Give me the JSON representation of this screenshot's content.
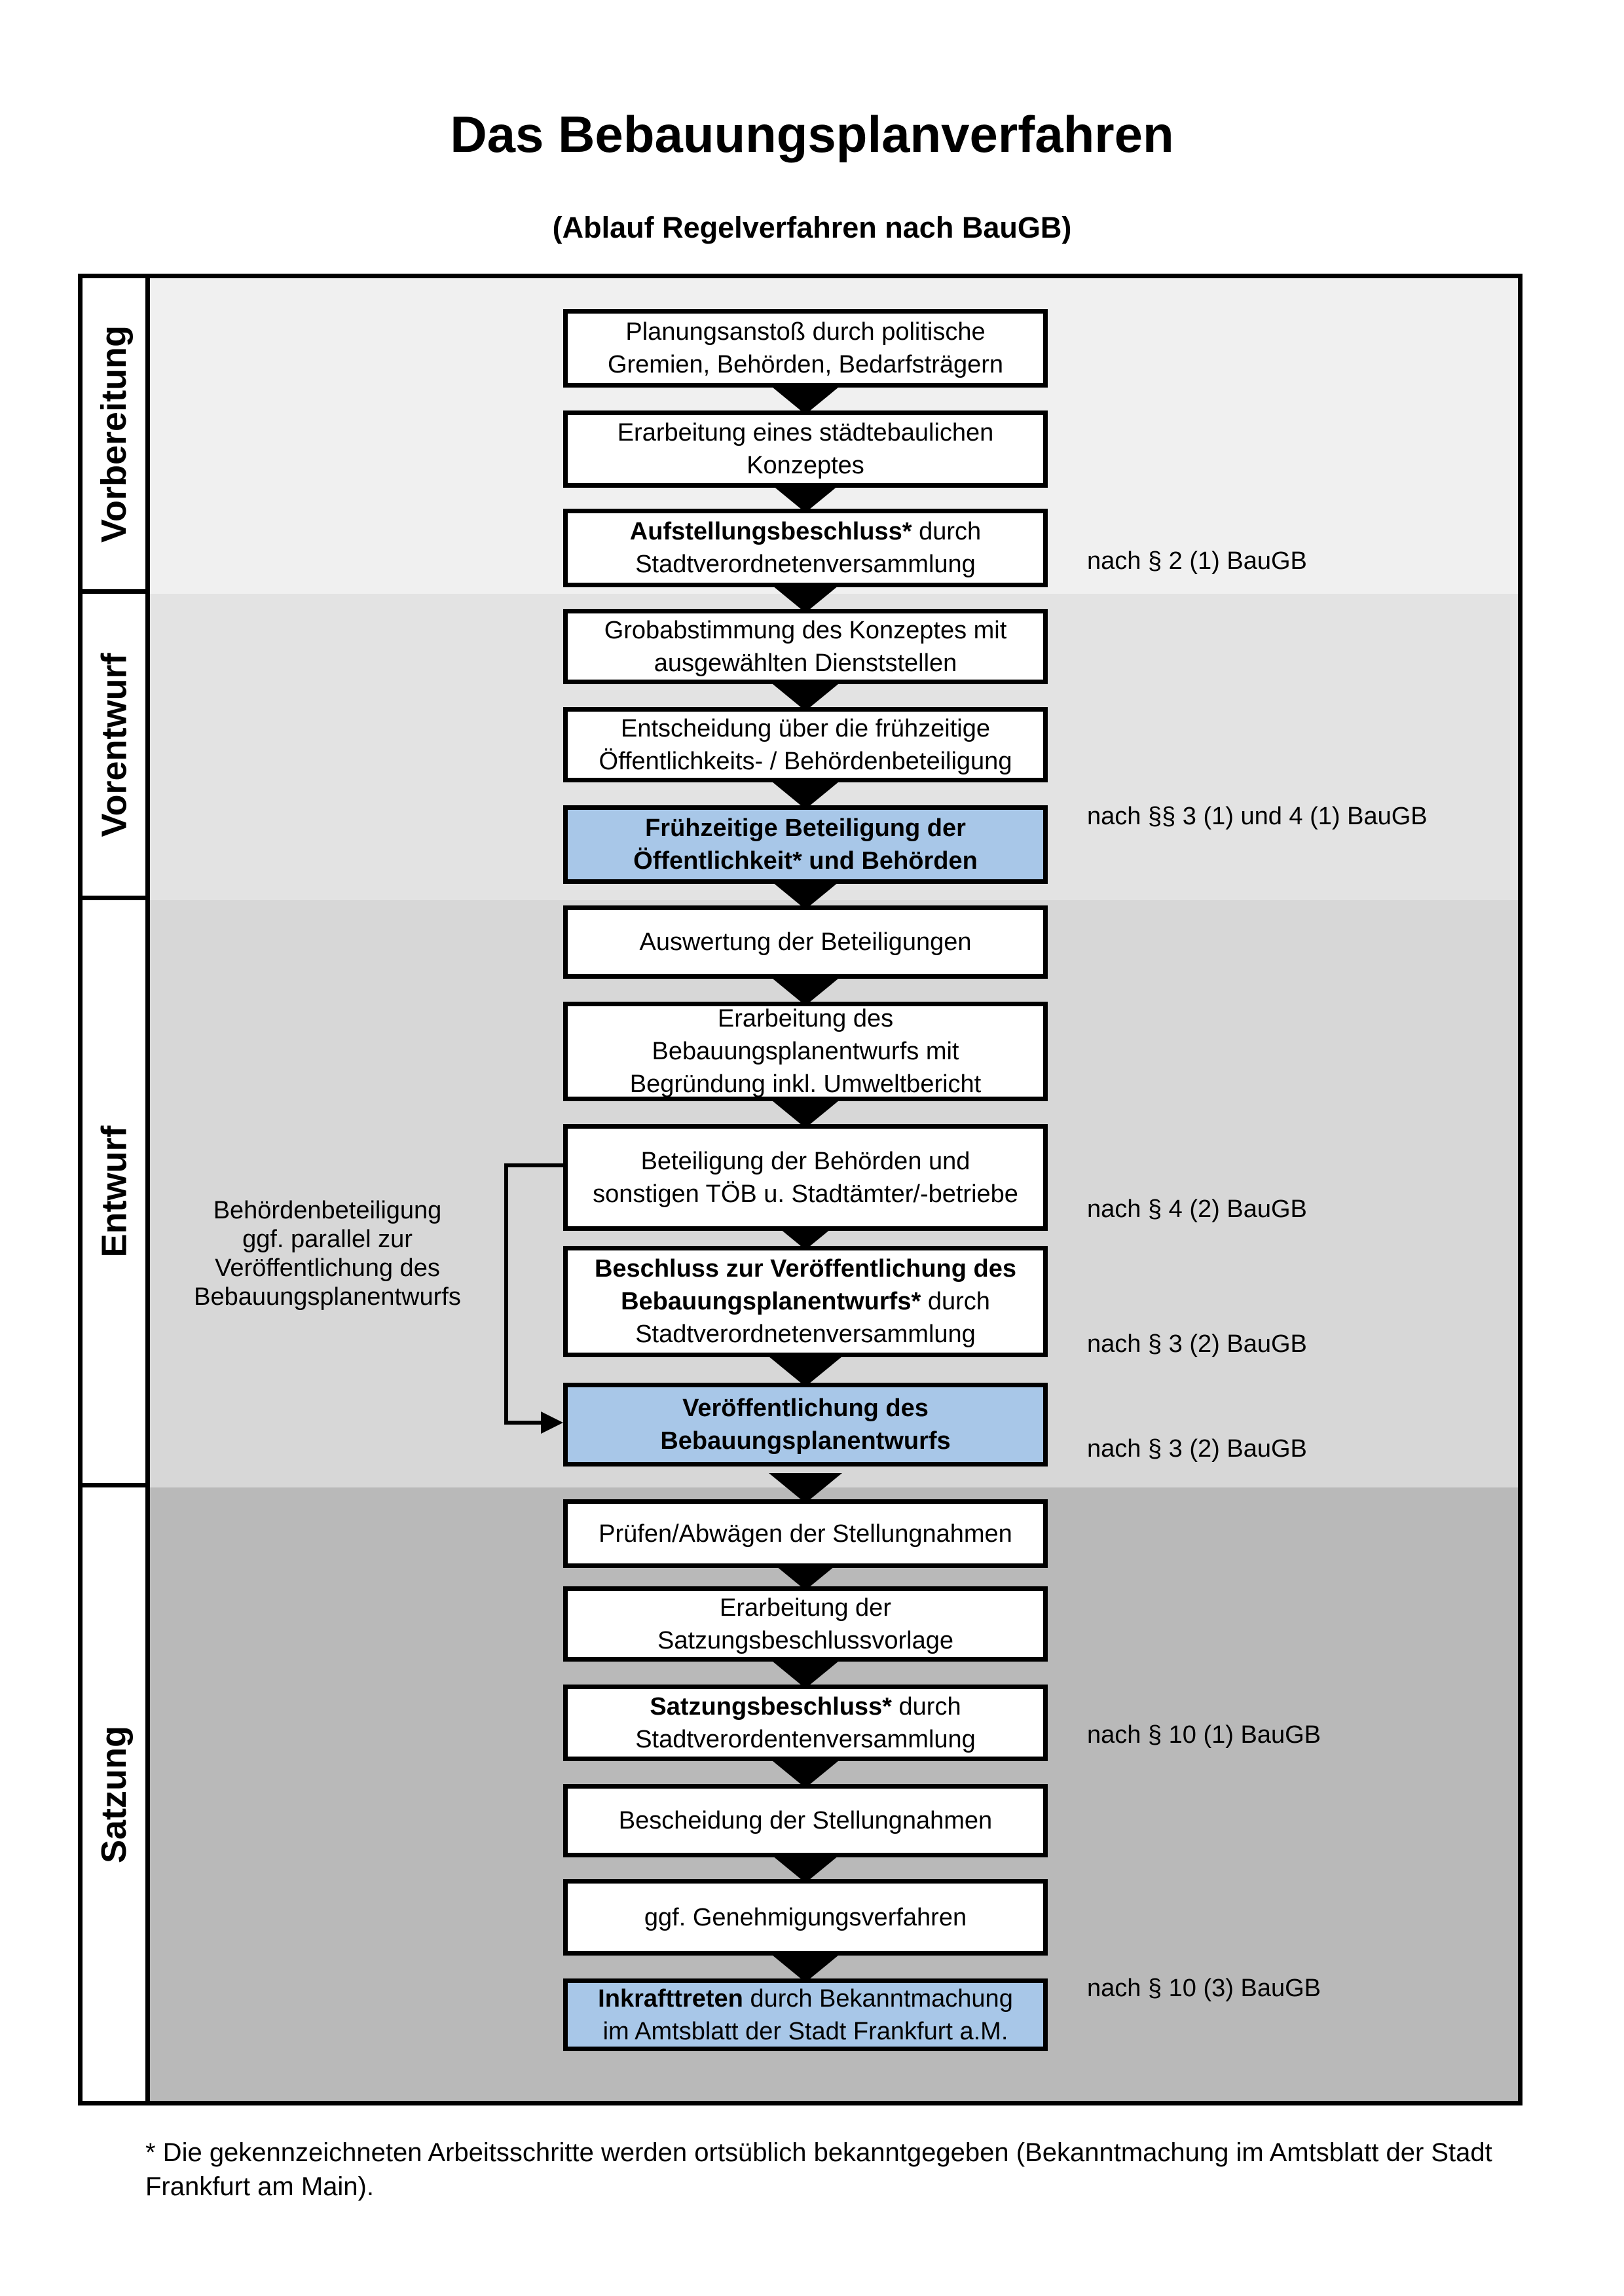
{
  "title": "Das Bebauungsplanverfahren",
  "subtitle": "(Ablauf Regelverfahren nach BauGB)",
  "phases": [
    {
      "label": "Vorbereitung"
    },
    {
      "label": "Vorentwurf"
    },
    {
      "label": "Entwurf"
    },
    {
      "label": "Satzung"
    }
  ],
  "steps": [
    {
      "highlight": false,
      "law": "",
      "lines": [
        [
          {
            "t": "Planungsanstoß durch politische"
          }
        ],
        [
          {
            "t": "Gremien, Behörden, Bedarfsträgern"
          }
        ]
      ]
    },
    {
      "highlight": false,
      "law": "",
      "lines": [
        [
          {
            "t": "Erarbeitung eines städtebaulichen"
          }
        ],
        [
          {
            "t": "Konzeptes"
          }
        ]
      ]
    },
    {
      "highlight": false,
      "law": "nach § 2 (1) BauGB",
      "lines": [
        [
          {
            "t": "Aufstellungsbeschluss*",
            "b": true
          },
          {
            "t": " durch"
          }
        ],
        [
          {
            "t": "Stadtverordnetenversammlung"
          }
        ]
      ]
    },
    {
      "highlight": false,
      "law": "",
      "lines": [
        [
          {
            "t": "Grobabstimmung des Konzeptes mit"
          }
        ],
        [
          {
            "t": "ausgewählten Dienststellen"
          }
        ]
      ]
    },
    {
      "highlight": false,
      "law": "",
      "lines": [
        [
          {
            "t": "Entscheidung über die frühzeitige"
          }
        ],
        [
          {
            "t": "Öffentlichkeits- / Behördenbeteiligung"
          }
        ]
      ]
    },
    {
      "highlight": true,
      "law": "nach §§ 3 (1) und 4 (1) BauGB",
      "lines": [
        [
          {
            "t": "Frühzeitige Beteiligung der",
            "b": true
          }
        ],
        [
          {
            "t": "Öffentlichkeit* und Behörden",
            "b": true
          }
        ]
      ]
    },
    {
      "highlight": false,
      "law": "",
      "lines": [
        [
          {
            "t": "Auswertung der Beteiligungen"
          }
        ]
      ]
    },
    {
      "highlight": false,
      "law": "",
      "lines": [
        [
          {
            "t": "Erarbeitung des"
          }
        ],
        [
          {
            "t": "Bebauungsplanentwurfs mit"
          }
        ],
        [
          {
            "t": "Begründung inkl. Umweltbericht"
          }
        ]
      ]
    },
    {
      "highlight": false,
      "law": "nach § 4 (2) BauGB",
      "lines": [
        [
          {
            "t": "Beteiligung der Behörden und"
          }
        ],
        [
          {
            "t": "sonstigen TÖB u. Stadtämter/-betriebe"
          }
        ]
      ]
    },
    {
      "highlight": false,
      "law": "nach § 3 (2) BauGB",
      "lines": [
        [
          {
            "t": "Beschluss zur Veröffentlichung des",
            "b": true
          }
        ],
        [
          {
            "t": "Bebauungsplanentwurfs*",
            "b": true
          },
          {
            "t": " durch"
          }
        ],
        [
          {
            "t": "Stadtverordnetenversammlung"
          }
        ]
      ]
    },
    {
      "highlight": true,
      "law": "nach § 3 (2) BauGB",
      "lines": [
        [
          {
            "t": "Veröffentlichung des",
            "b": true
          }
        ],
        [
          {
            "t": "Bebauungsplanentwurfs",
            "b": true
          }
        ]
      ]
    },
    {
      "highlight": false,
      "law": "",
      "lines": [
        [
          {
            "t": "Prüfen/Abwägen der Stellungnahmen"
          }
        ]
      ]
    },
    {
      "highlight": false,
      "law": "",
      "lines": [
        [
          {
            "t": "Erarbeitung der"
          }
        ],
        [
          {
            "t": "Satzungsbeschlussvorlage"
          }
        ]
      ]
    },
    {
      "highlight": false,
      "law": "nach § 10 (1) BauGB",
      "lines": [
        [
          {
            "t": "Satzungsbeschluss*",
            "b": true
          },
          {
            "t": " durch"
          }
        ],
        [
          {
            "t": "Stadtverordentenversammlung"
          }
        ]
      ]
    },
    {
      "highlight": false,
      "law": "",
      "lines": [
        [
          {
            "t": "Bescheidung der Stellungnahmen"
          }
        ]
      ]
    },
    {
      "highlight": false,
      "law": "",
      "lines": [
        [
          {
            "t": "ggf. Genehmigungsverfahren"
          }
        ]
      ]
    },
    {
      "highlight": true,
      "law": "nach § 10 (3) BauGB",
      "lines": [
        [
          {
            "t": "Inkrafttreten",
            "b": true
          },
          {
            "t": " durch Bekanntmachung"
          }
        ],
        [
          {
            "t": "im Amtsblatt der Stadt Frankfurt a.M."
          }
        ]
      ]
    }
  ],
  "side_note": {
    "lines": [
      "Behördenbeteiligung",
      "ggf. parallel zur",
      "Veröffentlichung des",
      "Bebauungsplanentwurfs"
    ]
  },
  "footnote": "* Die gekennzeichneten Arbeitsschritte werden ortsüblich bekanntgegeben (Bekanntmachung im Amtsblatt  der Stadt Frankfurt am Main).",
  "colors": {
    "highlight_fill": "#a8c7e8",
    "row_backgrounds": [
      "#f0f0f0",
      "#e3e3e3",
      "#d7d7d7",
      "#b9b9b9"
    ],
    "border": "#000000"
  }
}
